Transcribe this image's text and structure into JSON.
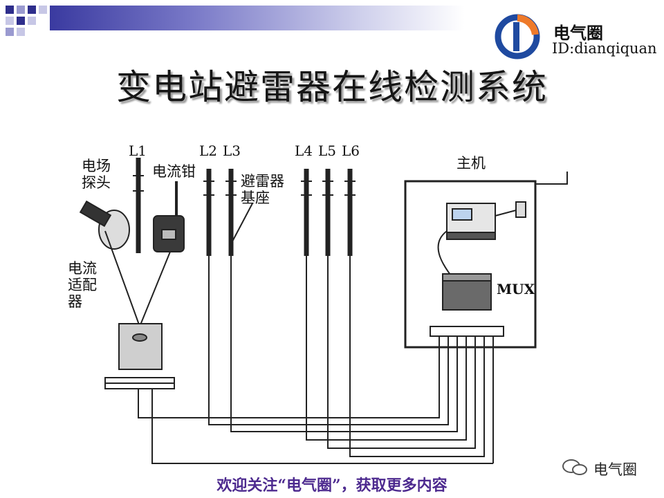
{
  "header": {
    "logo_name": "电气圈",
    "logo_id": "ID:dianqiquan",
    "title": "变电站避雷器在线检测系统"
  },
  "diagram": {
    "line_labels": [
      "L1",
      "L2",
      "L3",
      "L4",
      "L5",
      "L6"
    ],
    "labels": {
      "field_probe": "电场\n探头",
      "clamp": "电流钳",
      "arrester_base": "避雷器\n基座",
      "adapter": "电流\n适配\n器",
      "host": "主机",
      "mux": "MUX"
    }
  },
  "footer": {
    "text": "欢迎关注“电气圈”，获取更多内容",
    "watermark": "电气圈"
  },
  "colors": {
    "topbar": "#3a3aa0",
    "logo_blue": "#1f4aa0",
    "logo_orange": "#ee7a2a",
    "footer_text": "#4d2a8f"
  }
}
